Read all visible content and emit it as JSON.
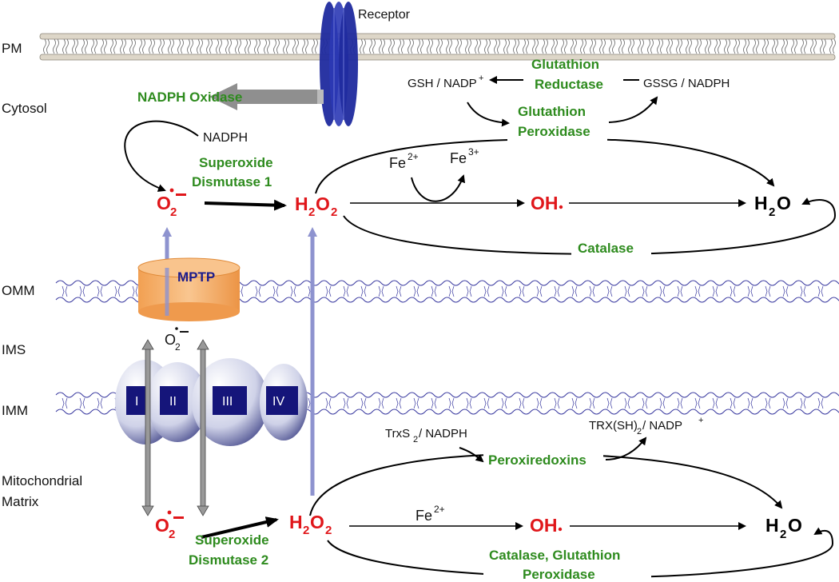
{
  "regions": {
    "pm": "PM",
    "cytosol": "Cytosol",
    "omm": "OMM",
    "ims": "IMS",
    "imm": "IMM",
    "matrix_line1": "Mitochondrial",
    "matrix_line2": "Matrix"
  },
  "receptor": "Receptor",
  "cytosol": {
    "nadph_oxidase": "NADPH Oxidase",
    "nadph": "NADPH",
    "sod1_line1": "Superoxide",
    "sod1_line2": "Dismutase 1",
    "superoxide_main": "O",
    "superoxide_sub": "2",
    "h2o2_h": "H",
    "h2o2_2a": "2",
    "h2o2_o": "O",
    "h2o2_2b": "2",
    "fe2_base": "Fe",
    "fe2_sup": "2+",
    "fe3_base": "Fe",
    "fe3_sup": "3+",
    "hydroxyl": "OH",
    "water_h": "H",
    "water_2": "2",
    "water_o": "O",
    "catalase": "Catalase",
    "gsh_nadp_main": "GSH / NADP",
    "gsh_nadp_sup": "+",
    "gssg_nadph": "GSSG / NADPH",
    "gr_line1": "Glutathion",
    "gr_line2": "Reductase",
    "gpx_line1": "Glutathion",
    "gpx_line2": "Peroxidase"
  },
  "mito": {
    "mptp": "MPTP",
    "ims_o2_main": "O",
    "ims_o2_sub": "2",
    "complexes": [
      "I",
      "II",
      "III",
      "IV"
    ],
    "superoxide_main": "O",
    "superoxide_sub": "2",
    "sod2_line1": "Superoxide",
    "sod2_line2": "Dismutase 2",
    "h2o2_h": "H",
    "h2o2_2a": "2",
    "h2o2_o": "O",
    "h2o2_2b": "2",
    "fe2_base": "Fe",
    "fe2_sup": "2+",
    "hydroxyl": "OH",
    "water_h": "H",
    "water_2": "2",
    "water_o": "O",
    "trxs2_a": "TrxS",
    "trxs2_sub": "2",
    "trxs2_b": " / NADPH",
    "trxsh_a": "TRX(SH)",
    "trxsh_sub": "2",
    "trxsh_b": " / NADP",
    "trxsh_sup": "+",
    "prx": "Peroxiredoxins",
    "cat_gpx_line1": "Catalase, Glutathion",
    "cat_gpx_line2": "Peroxidase"
  },
  "colors": {
    "enzyme_green": "#2e8b1e",
    "ros_red": "#e0161a",
    "receptor_blue": "#1f2a9e",
    "mptp_orange": "#f4a65a",
    "complex_navy": "#15157a",
    "transport_arrow": "#8e93cf"
  }
}
